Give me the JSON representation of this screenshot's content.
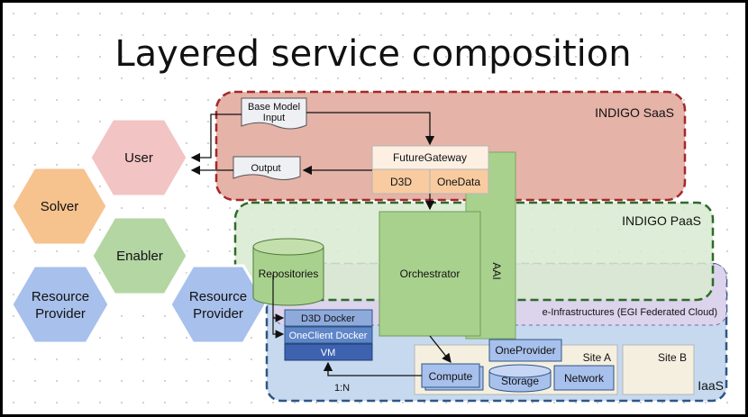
{
  "title": "Layered service composition",
  "hexagons": {
    "user": "User",
    "solver": "Solver",
    "enabler": "Enabler",
    "resource_provider_left": [
      "Resource",
      "Provider"
    ],
    "resource_provider_right": [
      "Resource",
      "Provider"
    ]
  },
  "layers": {
    "saas": "INDIGO SaaS",
    "paas": "INDIGO PaaS",
    "einfra": "e-Infrastructures (EGI Federated Cloud)",
    "iaas": "IaaS"
  },
  "saas": {
    "base_model_input": [
      "Base Model",
      "Input"
    ],
    "output": "Output",
    "future_gateway": "FutureGateway",
    "d3d": "D3D",
    "onedata": "OneData"
  },
  "paas": {
    "orchestrator": "Orchestrator",
    "aai": "AAI",
    "repositories": "Repositories"
  },
  "stack": {
    "d3d_docker": "D3D Docker",
    "oneclient_docker": "OneClient Docker",
    "vm": "VM",
    "link_label": "1:N"
  },
  "iaas": {
    "oneprovider": "OneProvider",
    "site_a": "Site A",
    "site_b": "Site B",
    "compute": "Compute",
    "storage": "Storage",
    "network": "Network"
  },
  "colors": {
    "saas_fill": "#e5b3a8",
    "saas_border": "#a3282a",
    "paas_fill": "#d8ead0",
    "paas_border": "#2e6b2a",
    "einfra_fill": "#dcd3ec",
    "iaas_fill": "#c6d9ef",
    "iaas_border": "#2d5686",
    "hex_user": "#f2c4c4",
    "hex_solver": "#f6c28e",
    "hex_enabler": "#b3d6a3",
    "hex_resource": "#a8c0ec"
  }
}
